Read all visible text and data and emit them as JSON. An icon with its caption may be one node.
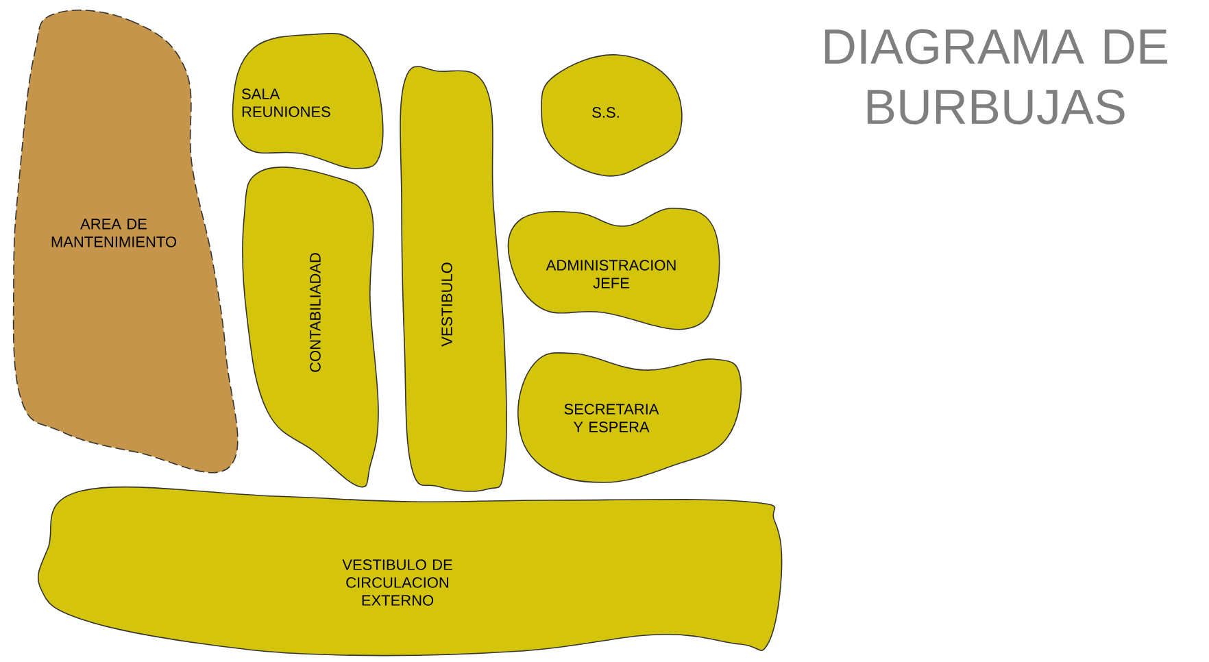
{
  "diagram": {
    "title": "DIAGRAMA DE BURBUJAS",
    "nodes": [
      {
        "text": [
          "AREA DE MANTENIMIENTO"
        ]
      },
      {
        "text": [
          "SALA REUNIONES"
        ]
      },
      {
        "text": [
          "CONTABILIADAD"
        ]
      },
      {
        "text": [
          "VESTIBULO"
        ]
      },
      {
        "text": [
          "S.S."
        ]
      },
      {
        "text": [
          "ADMINISTRACION JEFE"
        ]
      },
      {
        "text": [
          "SECRETARIA Y ESPERA"
        ]
      },
      {
        "text": [
          "VESTIBULO DE CIRCULACION EXTERNO"
        ]
      }
    ],
    "edges": []
  }
}
